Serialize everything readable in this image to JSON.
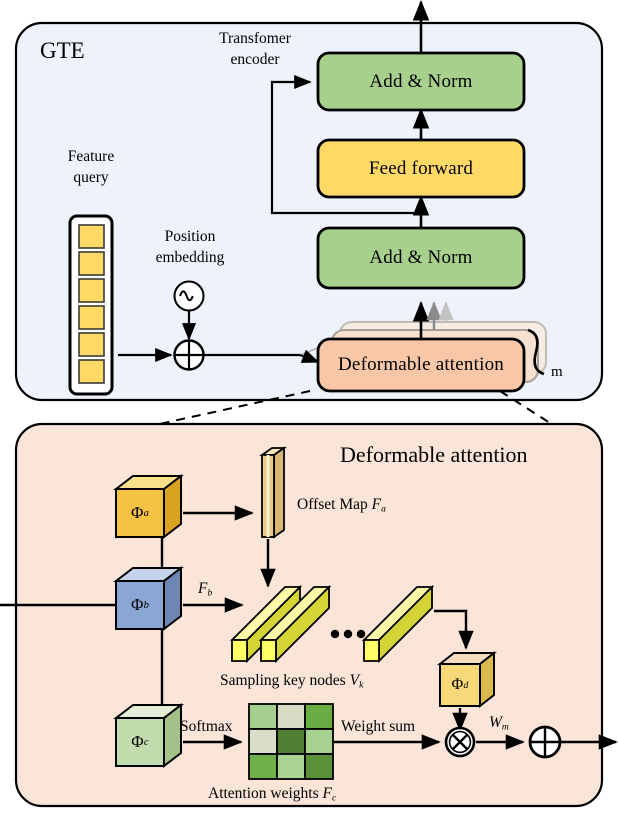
{
  "figure": {
    "type": "diagram",
    "domain": "neural-network-architecture",
    "panels": [
      "GTE",
      "Deformable attention"
    ]
  },
  "gte_panel": {
    "title": "GTE",
    "encoder_label": "Transfomer\nencoder",
    "encoder_label_line1": "Transfomer",
    "encoder_label_line2": "encoder",
    "feature_query_label_line1": "Feature",
    "feature_query_label_line2": "query",
    "feature_query_cells": 6,
    "position_embedding_label_line1": "Position",
    "position_embedding_label_line2": "embedding",
    "position_embedding_icon": "sine-wave-circle-icon",
    "add_operator_icon": "circle-plus-icon",
    "blocks": [
      {
        "id": "add_norm_top",
        "label": "Add & Norm",
        "color": "#a8d08d"
      },
      {
        "id": "feed_forward",
        "label": "Feed forward",
        "color": "#ffd966"
      },
      {
        "id": "add_norm_bottom",
        "label": "Add & Norm",
        "color": "#a8d08d"
      },
      {
        "id": "deformable_attention",
        "label": "Deformable attention",
        "color": "#f7c7a8"
      }
    ],
    "stack_count_label": "m",
    "panel_bg": "#eef2fa",
    "panel_border": "#000000"
  },
  "deformable_panel": {
    "title": "Deformable attention",
    "panel_bg": "#fae5d8",
    "panel_border": "#000000",
    "modules": [
      {
        "id": "phi_a",
        "base": "Φ",
        "sub": "a",
        "color": "#f5c242",
        "top": "#fbe08a",
        "side": "#d9a31f"
      },
      {
        "id": "phi_b",
        "base": "Φ",
        "sub": "b",
        "color": "#8aa6d4",
        "top": "#c4d3ea",
        "side": "#6d86b4"
      },
      {
        "id": "phi_c",
        "base": "Φ",
        "sub": "c",
        "color": "#c3dcae",
        "top": "#e2eed6",
        "side": "#a4c189"
      },
      {
        "id": "phi_d",
        "base": "Φ",
        "sub": "d",
        "color": "#f7d97a",
        "top": "#f6ddc0",
        "side": "#dcb94f"
      }
    ],
    "offset_map": {
      "label_text": "Offset Map ",
      "symbol": "F",
      "symbol_sub": "a",
      "color": "#e8c98a"
    },
    "fb_arrow": {
      "symbol": "F",
      "symbol_sub": "b"
    },
    "sampling": {
      "caption_text": "Sampling key nodes ",
      "caption_symbol": "V",
      "caption_symbol_sub": "k",
      "bar_count_visible": 3,
      "ellipsis": "•••",
      "bar_face": "#ffff66",
      "bar_top": "#fbf8a8",
      "bar_side": "#d4d437"
    },
    "softmax_label": "Softmax",
    "attention_weights": {
      "caption_text": "Attention weights ",
      "caption_symbol": "F",
      "caption_symbol_sub": "c",
      "rows": 3,
      "cols": 3,
      "cells": [
        [
          "#a5cf8e",
          "#d6ddc4",
          "#6aad44"
        ],
        [
          "#d8dec8",
          "#4f7f31",
          "#a7d191"
        ],
        [
          "#6fb04a",
          "#a9d394",
          "#5b913b"
        ]
      ]
    },
    "weight_sum_label": "Weight sum",
    "multiply_operator_icon": "circle-times-icon",
    "add_operator_icon": "circle-plus-icon",
    "wm_symbol": "W",
    "wm_symbol_sub": "m"
  }
}
